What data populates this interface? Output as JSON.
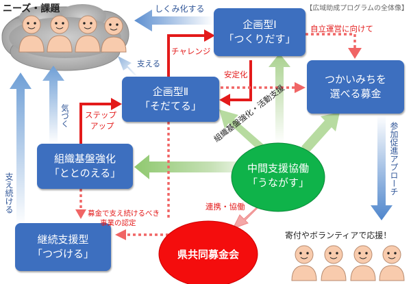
{
  "header": {
    "needs_label": "ニーズ・課題",
    "overview_caption": "【広域助成プログラムの全体像】"
  },
  "colors": {
    "box_blue": "#3d6fbf",
    "hub_green": "#0fb34a",
    "fund_red": "#f40d0d",
    "arrow_red": "#e31a1a",
    "arrow_green": "#a9d18e",
    "arrow_blue": "#8fb3dc",
    "cloud_gray": "#a6a6a6",
    "person_fill": "#f8cbad"
  },
  "boxes": {
    "kikaku1": {
      "line1": "企画型Ⅰ",
      "line2": "「つくりだす」"
    },
    "kikaku2": {
      "line1": "企画型Ⅱ",
      "line2": "「そだてる」"
    },
    "soshiki": {
      "line1": "組織基盤強化",
      "line2": "「ととのえる」"
    },
    "keizoku": {
      "line1": "継続支援型",
      "line2": "「つづける」"
    },
    "tsukaimichi": {
      "line1": "つかいみちを",
      "line2": "選べる募金"
    }
  },
  "hub": {
    "line1": "中間支援協働",
    "line2": "「うながす」"
  },
  "fund": {
    "label": "県共同募金会"
  },
  "labels": {
    "shikumika": "しくみ化する",
    "challenge": "チャレンジ",
    "sasaeru": "支える",
    "jiritsu": "自立運営に向けて",
    "anteika": "安定化",
    "kizuku": "気づく",
    "step_up_1": "ステップ",
    "step_up_2": "アップ",
    "soshiki_katsudo": "組織基盤強化・活動支援",
    "sasae_tsuzukeru": "支え続ける",
    "sanka": "参加促進アプローチ",
    "bokin_1": "募金で支え続けるべき",
    "bokin_2": "事業の認定",
    "renkei": "連携・協働",
    "kifu": "寄付やボランティアで応援！"
  }
}
